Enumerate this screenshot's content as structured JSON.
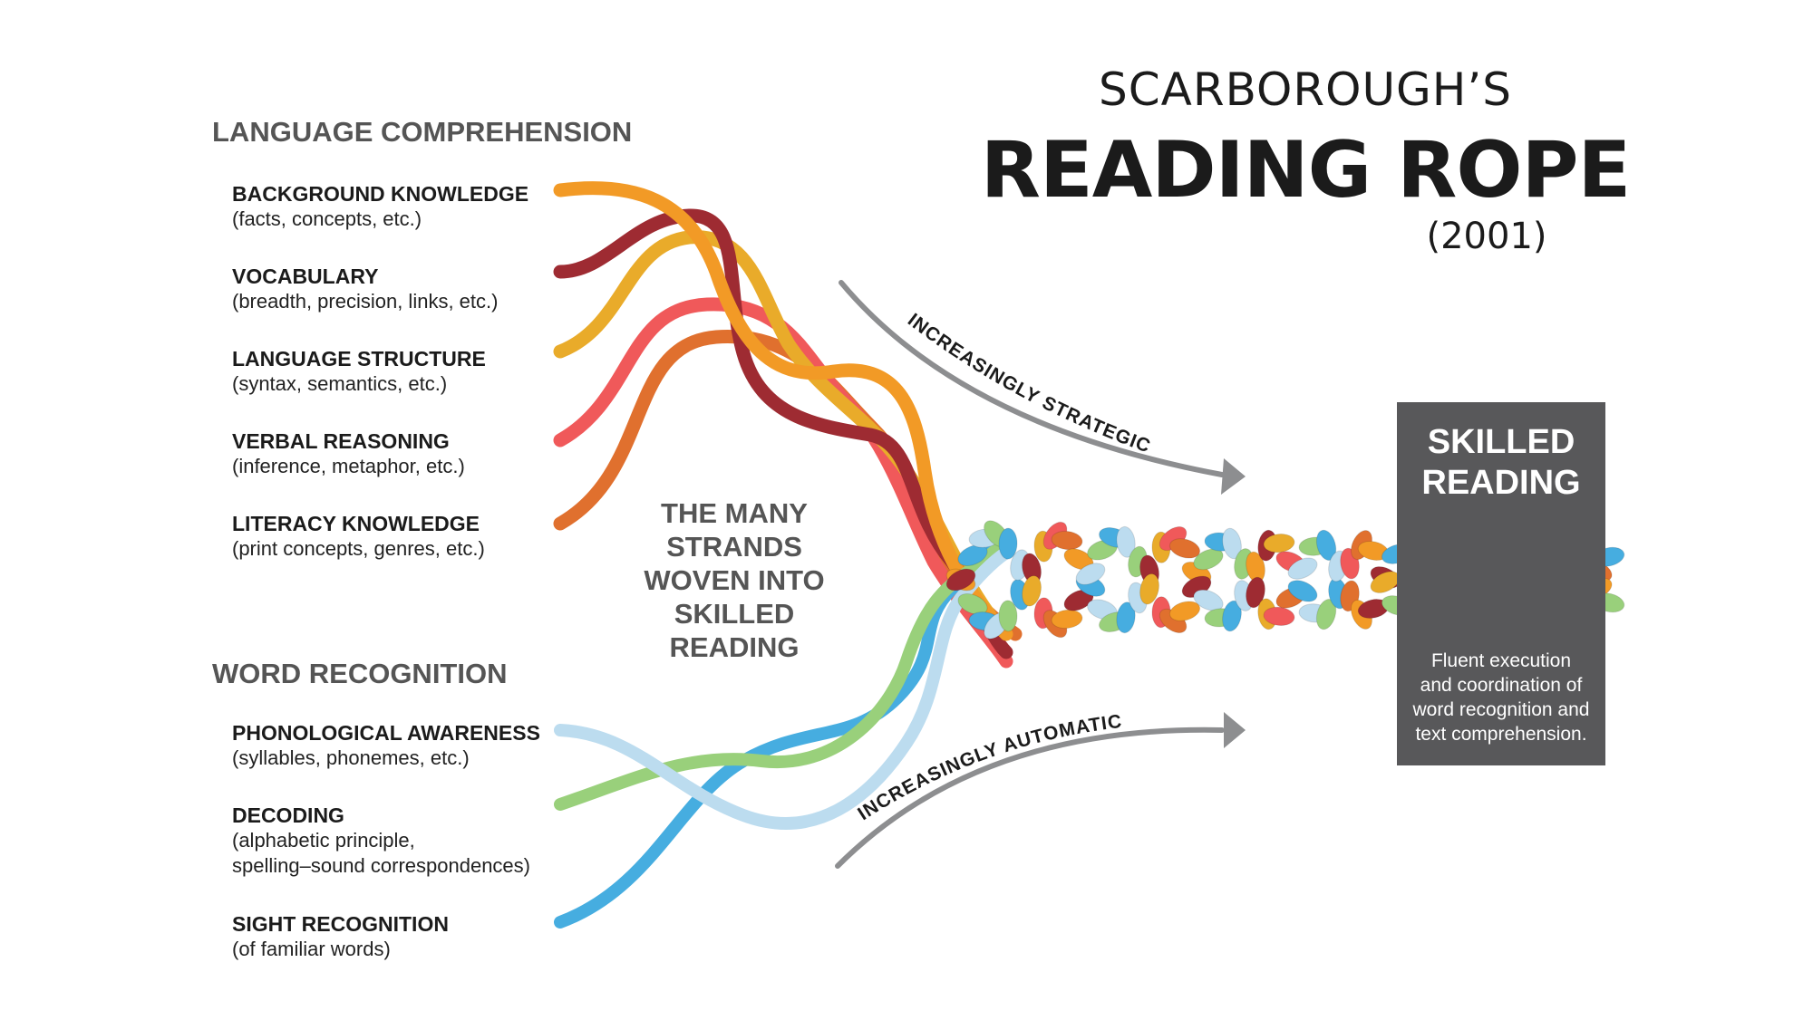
{
  "title": {
    "line1": "SCARBOROUGH’S",
    "line2": "READING ROPE",
    "year": "(2001)"
  },
  "language_comprehension": {
    "heading": "LANGUAGE COMPREHENSION",
    "strands": [
      {
        "name": "BACKGROUND KNOWLEDGE",
        "detail": "(facts, concepts, etc.)",
        "color": "#f29a26"
      },
      {
        "name": "VOCABULARY",
        "detail": "(breadth, precision, links, etc.)",
        "color": "#9e2b32"
      },
      {
        "name": "LANGUAGE STRUCTURE",
        "detail": "(syntax, semantics, etc.)",
        "color": "#e9ab2a"
      },
      {
        "name": "VERBAL REASONING",
        "detail": "(inference, metaphor, etc.)",
        "color": "#f0595a"
      },
      {
        "name": "LITERACY KNOWLEDGE",
        "detail": "(print concepts, genres, etc.)",
        "color": "#e0702e"
      }
    ]
  },
  "word_recognition": {
    "heading": "WORD RECOGNITION",
    "strands": [
      {
        "name": "PHONOLOGICAL AWARENESS",
        "detail": "(syllables, phonemes, etc.)",
        "color": "#bcdcef"
      },
      {
        "name": "DECODING",
        "detail_lines": [
          "(alphabetic principle,",
          "spelling–sound correspondences)"
        ],
        "color": "#99d07b"
      },
      {
        "name": "SIGHT RECOGNITION",
        "detail": "(of familiar words)",
        "color": "#46ade0"
      }
    ]
  },
  "center_caption": [
    "THE MANY",
    "STRANDS",
    "WOVEN INTO",
    "SKILLED",
    "READING"
  ],
  "arrows": {
    "upper": "INCREASINGLY STRATEGIC",
    "lower": "INCREASINGLY AUTOMATIC",
    "color": "#8d8e90"
  },
  "skilled_reading": {
    "title_lines": [
      "SKILLED",
      "READING"
    ],
    "description_lines": [
      "Fluent execution",
      "and coordination of",
      "word recognition and",
      "text comprehension."
    ],
    "box_color": "#58585a"
  }
}
